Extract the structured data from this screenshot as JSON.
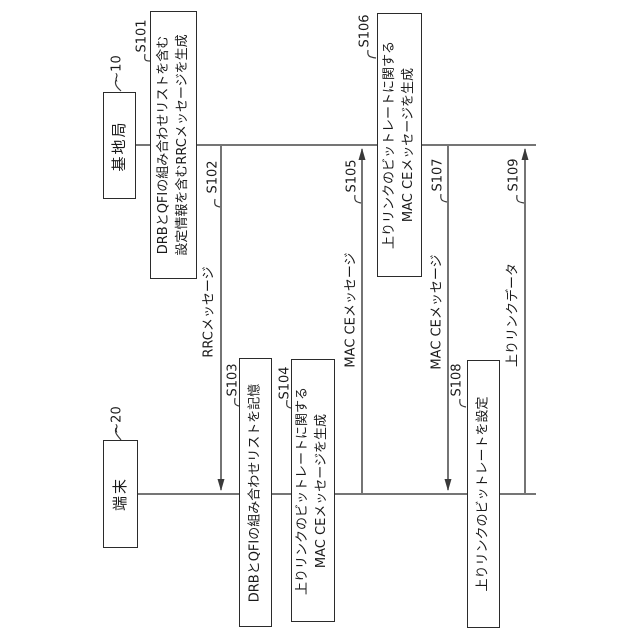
{
  "figure": {
    "type": "sequence-diagram",
    "orientation": "rotated-90-ccw",
    "colors": {
      "background": "#ffffff",
      "line": "#3a3a3a",
      "lifeline": "#757575",
      "box_border": "#2b2b2b"
    },
    "actors": [
      {
        "ref": "~10",
        "name": "基地局"
      },
      {
        "ref": "~20",
        "name": "端末"
      }
    ],
    "steps": {
      "s101": {
        "id": "S101",
        "type": "action",
        "actor": "基地局",
        "lines": [
          "DRBとQFIの組み合わせリストを含む",
          "設定情報を含むRRCメッセージを生成"
        ]
      },
      "s102": {
        "id": "S102",
        "type": "message",
        "from": "基地局",
        "to": "端末",
        "label": "RRCメッセージ"
      },
      "s103": {
        "id": "S103",
        "type": "action",
        "actor": "端末",
        "lines": [
          "DRBとQFIの組み合わせリストを記憶"
        ]
      },
      "s104": {
        "id": "S104",
        "type": "action",
        "actor": "端末",
        "lines": [
          "上りリンクのビットレートに関する",
          "MAC CEメッセージを生成"
        ]
      },
      "s105": {
        "id": "S105",
        "type": "message",
        "from": "端末",
        "to": "基地局",
        "label": "MAC CEメッセージ"
      },
      "s106": {
        "id": "S106",
        "type": "action",
        "actor": "基地局",
        "lines": [
          "上りリンクのビットレートに関する",
          "MAC CEメッセージを生成"
        ]
      },
      "s107": {
        "id": "S107",
        "type": "message",
        "from": "基地局",
        "to": "端末",
        "label": "MAC CEメッセージ"
      },
      "s108": {
        "id": "S108",
        "type": "action",
        "actor": "端末",
        "lines": [
          "上りリンクのビットレートを設定"
        ]
      },
      "s109": {
        "id": "S109",
        "type": "message",
        "from": "端末",
        "to": "基地局",
        "label": "上りリンクデータ"
      }
    }
  }
}
